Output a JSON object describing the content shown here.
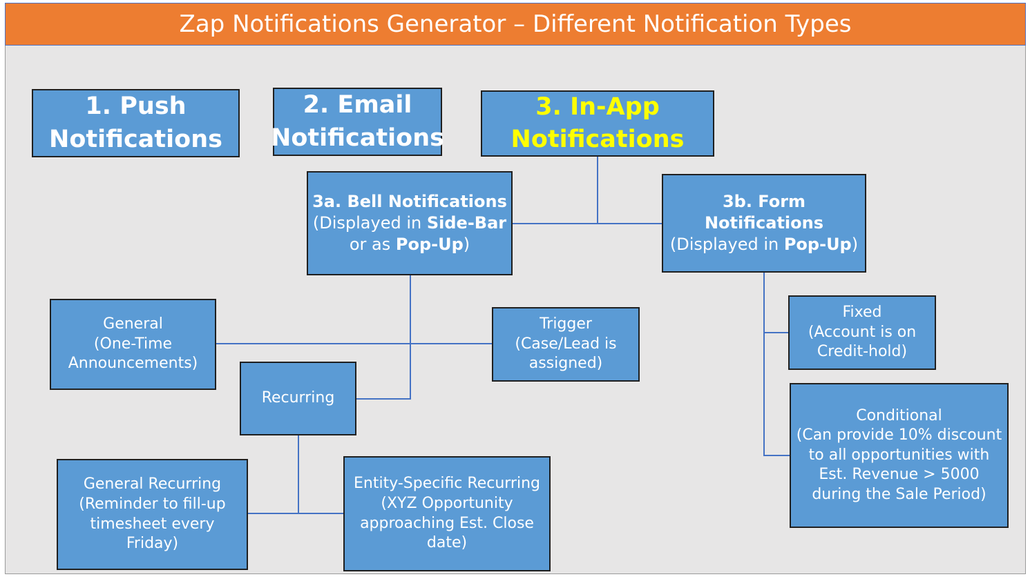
{
  "header": {
    "title": "Zap Notifications Generator – Different Notification Types"
  },
  "colors": {
    "header_bg": "#ED7D31",
    "canvas_bg": "#E7E6E6",
    "box_bg": "#5B9BD5",
    "highlight_text": "#FFFF00",
    "connector": "#4472C4"
  },
  "nodes": {
    "push": {
      "line1": "1. Push",
      "line2": "Notifications"
    },
    "email": {
      "line1": "2. Email",
      "line2": "Notifications"
    },
    "inapp": {
      "line1": "3. In-App",
      "line2": "Notifications"
    },
    "bell": {
      "title": "3a. Bell Notifications",
      "l2_pre": "(Displayed in ",
      "l2_bold": "Side-Bar",
      "l3_pre": "or as ",
      "l3_bold": "Pop-Up",
      "l3_post": ")"
    },
    "form": {
      "l1": "3b. Form",
      "l2": "Notifications",
      "l3_pre": "(Displayed in ",
      "l3_bold": "Pop-Up",
      "l3_post": ")"
    },
    "general": {
      "l1": "General",
      "l2": "(One-Time",
      "l3": "Announcements)"
    },
    "trigger": {
      "l1": "Trigger",
      "l2": "(Case/Lead is",
      "l3": "assigned)"
    },
    "recurring": {
      "l1": "Recurring"
    },
    "general_recurring": {
      "l1": "General Recurring",
      "l2": "(Reminder to fill-up",
      "l3": "timesheet every",
      "l4": "Friday)"
    },
    "entity_recurring": {
      "l1": "Entity-Specific Recurring",
      "l2": "(XYZ Opportunity",
      "l3": "approaching Est. Close",
      "l4": "date)"
    },
    "fixed": {
      "l1": "Fixed",
      "l2": "(Account is on",
      "l3": "Credit-hold)"
    },
    "conditional": {
      "l1": "Conditional",
      "l2": "(Can provide 10% discount",
      "l3": "to all opportunities with",
      "l4": "Est. Revenue > 5000",
      "l5": "during the Sale Period)"
    }
  }
}
